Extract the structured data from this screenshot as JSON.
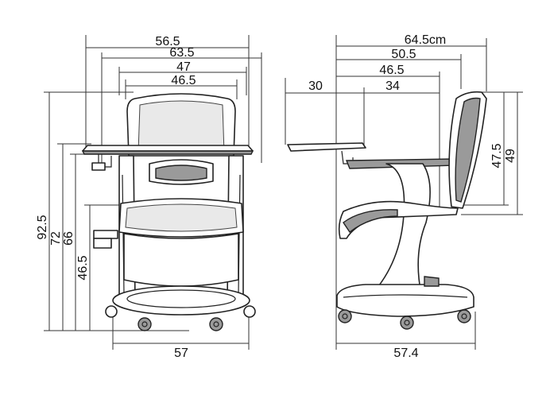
{
  "front_view": {
    "width_labels": [
      "56.5",
      "63.5",
      "47",
      "46.5"
    ],
    "height_labels": [
      "92.5",
      "72",
      "66",
      "46.5"
    ],
    "base_label": "57"
  },
  "side_view": {
    "depth_labels": [
      "64.5cm",
      "50.5",
      "46.5",
      "34"
    ],
    "tablet_label": "30",
    "back_labels": [
      "47.5",
      "49"
    ],
    "base_label": "57.4"
  }
}
